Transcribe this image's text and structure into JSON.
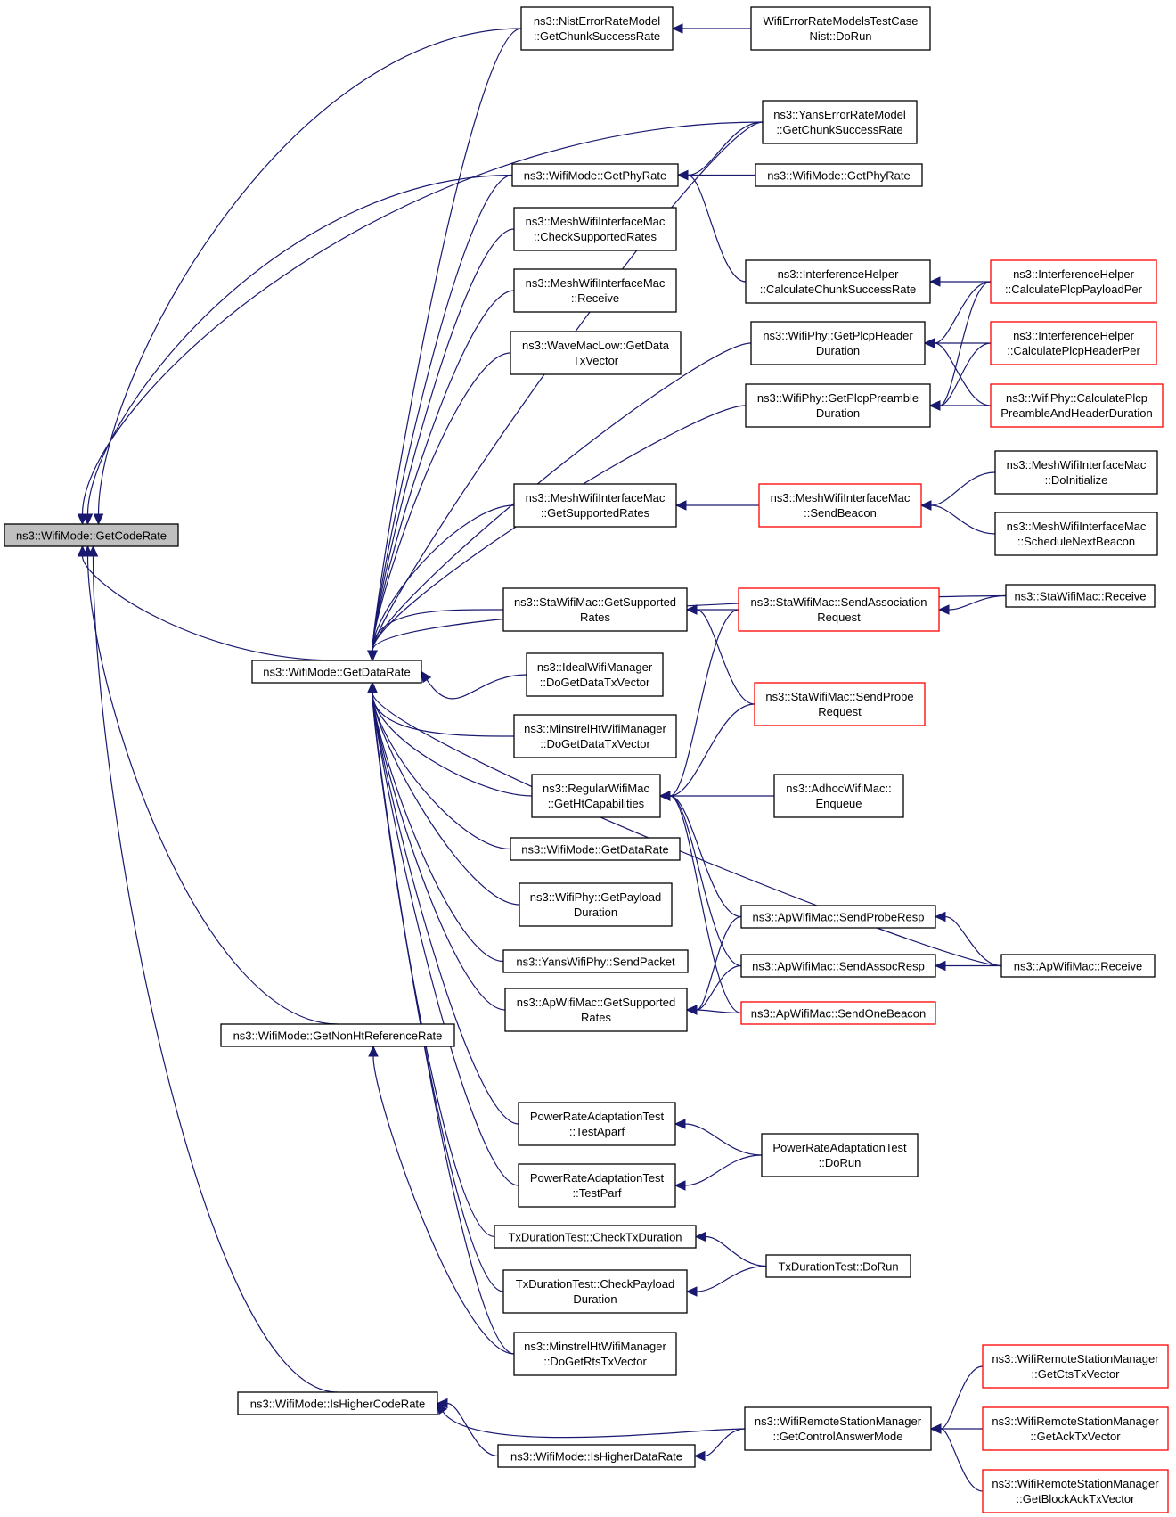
{
  "colors": {
    "edge": "#191970",
    "box_border": "#000000",
    "red_border": "#ff0000",
    "root_fill": "#bfbfbf"
  },
  "nodes": {
    "getcoderate": {
      "lines": [
        "ns3::WifiMode::GetCodeRate"
      ],
      "highlight": true
    },
    "getdatarate": {
      "lines": [
        "ns3::WifiMode::GetDataRate"
      ]
    },
    "getnonht": {
      "lines": [
        "ns3::WifiMode::GetNonHtReferenceRate"
      ]
    },
    "ishighercoderate": {
      "lines": [
        "ns3::WifiMode::IsHigherCodeRate"
      ]
    },
    "nist_chunk": {
      "lines": [
        "ns3::NistErrorRateModel",
        "::GetChunkSuccessRate"
      ]
    },
    "nist_test": {
      "lines": [
        "WifiErrorRateModelsTestCase",
        "Nist::DoRun"
      ]
    },
    "yans_chunk": {
      "lines": [
        "ns3::YansErrorRateModel",
        "::GetChunkSuccessRate"
      ]
    },
    "getphyrate": {
      "lines": [
        "ns3::WifiMode::GetPhyRate"
      ]
    },
    "getphyrate2": {
      "lines": [
        "ns3::WifiMode::GetPhyRate"
      ]
    },
    "mesh_check": {
      "lines": [
        "ns3::MeshWifiInterfaceMac",
        "::CheckSupportedRates"
      ]
    },
    "mesh_receive": {
      "lines": [
        "ns3::MeshWifiInterfaceMac",
        "::Receive"
      ]
    },
    "wave_getdata": {
      "lines": [
        "ns3::WaveMacLow::GetData",
        "TxVector"
      ]
    },
    "ih_chunk": {
      "lines": [
        "ns3::InterferenceHelper",
        "::CalculateChunkSuccessRate"
      ]
    },
    "ih_payload": {
      "lines": [
        "ns3::InterferenceHelper",
        "::CalculatePlcpPayloadPer"
      ],
      "red": true
    },
    "phy_header": {
      "lines": [
        "ns3::WifiPhy::GetPlcpHeader",
        "Duration"
      ]
    },
    "ih_header": {
      "lines": [
        "ns3::InterferenceHelper",
        "::CalculatePlcpHeaderPer"
      ],
      "red": true
    },
    "phy_preamble": {
      "lines": [
        "ns3::WifiPhy::GetPlcpPreamble",
        "Duration"
      ]
    },
    "phy_calc": {
      "lines": [
        "ns3::WifiPhy::CalculatePlcp",
        "PreambleAndHeaderDuration"
      ],
      "red": true
    },
    "mesh_getsup": {
      "lines": [
        "ns3::MeshWifiInterfaceMac",
        "::GetSupportedRates"
      ]
    },
    "mesh_beacon": {
      "lines": [
        "ns3::MeshWifiInterfaceMac",
        "::SendBeacon"
      ],
      "red": true
    },
    "mesh_doinit": {
      "lines": [
        "ns3::MeshWifiInterfaceMac",
        "::DoInitialize"
      ]
    },
    "mesh_sched": {
      "lines": [
        "ns3::MeshWifiInterfaceMac",
        "::ScheduleNextBeacon"
      ]
    },
    "sta_getsup": {
      "lines": [
        "ns3::StaWifiMac::GetSupported",
        "Rates"
      ]
    },
    "sta_assoc": {
      "lines": [
        "ns3::StaWifiMac::SendAssociation",
        "Request"
      ],
      "red": true
    },
    "sta_receive": {
      "lines": [
        "ns3::StaWifiMac::Receive"
      ]
    },
    "ideal": {
      "lines": [
        "ns3::IdealWifiManager",
        "::DoGetDataTxVector"
      ]
    },
    "sta_probe": {
      "lines": [
        "ns3::StaWifiMac::SendProbe",
        "Request"
      ],
      "red": true
    },
    "minstrel_data": {
      "lines": [
        "ns3::MinstrelHtWifiManager",
        "::DoGetDataTxVector"
      ]
    },
    "regular_ht": {
      "lines": [
        "ns3::RegularWifiMac",
        "::GetHtCapabilities"
      ]
    },
    "adhoc": {
      "lines": [
        "ns3::AdhocWifiMac::",
        "Enqueue"
      ]
    },
    "getdatarate2": {
      "lines": [
        "ns3::WifiMode::GetDataRate"
      ]
    },
    "phy_payload": {
      "lines": [
        "ns3::WifiPhy::GetPayload",
        "Duration"
      ]
    },
    "ap_proberesp": {
      "lines": [
        "ns3::ApWifiMac::SendProbeResp"
      ]
    },
    "yans_send": {
      "lines": [
        "ns3::YansWifiPhy::SendPacket"
      ]
    },
    "ap_assocresp": {
      "lines": [
        "ns3::ApWifiMac::SendAssocResp"
      ]
    },
    "ap_receive": {
      "lines": [
        "ns3::ApWifiMac::Receive"
      ]
    },
    "ap_getsup": {
      "lines": [
        "ns3::ApWifiMac::GetSupported",
        "Rates"
      ]
    },
    "ap_beacon": {
      "lines": [
        "ns3::ApWifiMac::SendOneBeacon"
      ],
      "red": true
    },
    "pra_aparf": {
      "lines": [
        "PowerRateAdaptationTest",
        "::TestAparf"
      ]
    },
    "pra_dorun": {
      "lines": [
        "PowerRateAdaptationTest",
        "::DoRun"
      ]
    },
    "pra_parf": {
      "lines": [
        "PowerRateAdaptationTest",
        "::TestParf"
      ]
    },
    "txd_check": {
      "lines": [
        "TxDurationTest::CheckTxDuration"
      ]
    },
    "txd_dorun": {
      "lines": [
        "TxDurationTest::DoRun"
      ]
    },
    "txd_payload": {
      "lines": [
        "TxDurationTest::CheckPayload",
        "Duration"
      ]
    },
    "minstrel_rts": {
      "lines": [
        "ns3::MinstrelHtWifiManager",
        "::DoGetRtsTxVector"
      ]
    },
    "wrsm_cts": {
      "lines": [
        "ns3::WifiRemoteStationManager",
        "::GetCtsTxVector"
      ],
      "red": true
    },
    "wrsm_control": {
      "lines": [
        "ns3::WifiRemoteStationManager",
        "::GetControlAnswerMode"
      ]
    },
    "wrsm_ack": {
      "lines": [
        "ns3::WifiRemoteStationManager",
        "::GetAckTxVector"
      ],
      "red": true
    },
    "ishigherdatarate": {
      "lines": [
        "ns3::WifiMode::IsHigherDataRate"
      ]
    },
    "wrsm_block": {
      "lines": [
        "ns3::WifiRemoteStationManager",
        "::GetBlockAckTxVector"
      ],
      "red": true
    }
  },
  "edges": [
    [
      "getdatarate",
      "getcoderate"
    ],
    [
      "getnonht",
      "getcoderate"
    ],
    [
      "ishighercoderate",
      "getcoderate"
    ],
    [
      "nist_chunk",
      "getcoderate"
    ],
    [
      "yans_chunk",
      "getcoderate"
    ],
    [
      "getphyrate",
      "getcoderate"
    ],
    [
      "nist_test",
      "nist_chunk"
    ],
    [
      "yans_chunk",
      "getphyrate"
    ],
    [
      "getphyrate2",
      "getphyrate"
    ],
    [
      "ih_chunk",
      "getphyrate"
    ],
    [
      "ih_payload",
      "ih_chunk"
    ],
    [
      "ih_header",
      "phy_header"
    ],
    [
      "ih_payload",
      "phy_header"
    ],
    [
      "ih_payload",
      "phy_preamble"
    ],
    [
      "ih_header",
      "phy_preamble"
    ],
    [
      "phy_calc",
      "phy_header"
    ],
    [
      "phy_calc",
      "phy_preamble"
    ],
    [
      "mesh_beacon",
      "mesh_getsup"
    ],
    [
      "mesh_doinit",
      "mesh_beacon"
    ],
    [
      "mesh_sched",
      "mesh_beacon"
    ],
    [
      "sta_assoc",
      "sta_getsup"
    ],
    [
      "sta_probe",
      "sta_getsup"
    ],
    [
      "sta_receive",
      "sta_assoc"
    ],
    [
      "sta_assoc",
      "regular_ht"
    ],
    [
      "sta_probe",
      "regular_ht"
    ],
    [
      "adhoc",
      "regular_ht"
    ],
    [
      "ap_proberesp",
      "regular_ht"
    ],
    [
      "ap_assocresp",
      "regular_ht"
    ],
    [
      "ap_beacon",
      "regular_ht"
    ],
    [
      "ap_receive",
      "ap_proberesp"
    ],
    [
      "ap_receive",
      "ap_assocresp"
    ],
    [
      "ap_proberesp",
      "ap_getsup"
    ],
    [
      "ap_assocresp",
      "ap_getsup"
    ],
    [
      "ap_beacon",
      "ap_getsup"
    ],
    [
      "pra_dorun",
      "pra_aparf"
    ],
    [
      "pra_dorun",
      "pra_parf"
    ],
    [
      "txd_dorun",
      "txd_check"
    ],
    [
      "txd_dorun",
      "txd_payload"
    ],
    [
      "wrsm_control",
      "ishighercoderate"
    ],
    [
      "ishigherdatarate",
      "ishighercoderate"
    ],
    [
      "wrsm_control",
      "ishigherdatarate"
    ],
    [
      "wrsm_cts",
      "wrsm_control"
    ],
    [
      "wrsm_ack",
      "wrsm_control"
    ],
    [
      "wrsm_block",
      "wrsm_control"
    ],
    [
      "minstrel_rts",
      "getnonht"
    ],
    [
      "nist_chunk",
      "getdatarate"
    ],
    [
      "yans_chunk",
      "getdatarate"
    ],
    [
      "getphyrate",
      "getdatarate"
    ],
    [
      "mesh_check",
      "getdatarate"
    ],
    [
      "mesh_receive",
      "getdatarate"
    ],
    [
      "wave_getdata",
      "getdatarate"
    ],
    [
      "phy_header",
      "getdatarate"
    ],
    [
      "phy_preamble",
      "getdatarate"
    ],
    [
      "mesh_getsup",
      "getdatarate"
    ],
    [
      "sta_receive",
      "getdatarate"
    ],
    [
      "sta_getsup",
      "getdatarate"
    ],
    [
      "ideal",
      "getdatarate"
    ],
    [
      "minstrel_data",
      "getdatarate"
    ],
    [
      "regular_ht",
      "getdatarate"
    ],
    [
      "getdatarate2",
      "getdatarate"
    ],
    [
      "phy_payload",
      "getdatarate"
    ],
    [
      "yans_send",
      "getdatarate"
    ],
    [
      "ap_getsup",
      "getdatarate"
    ],
    [
      "ap_receive",
      "getdatarate"
    ],
    [
      "pra_aparf",
      "getdatarate"
    ],
    [
      "pra_parf",
      "getdatarate"
    ],
    [
      "txd_check",
      "getdatarate"
    ],
    [
      "txd_payload",
      "getdatarate"
    ],
    [
      "minstrel_rts",
      "getdatarate"
    ]
  ]
}
